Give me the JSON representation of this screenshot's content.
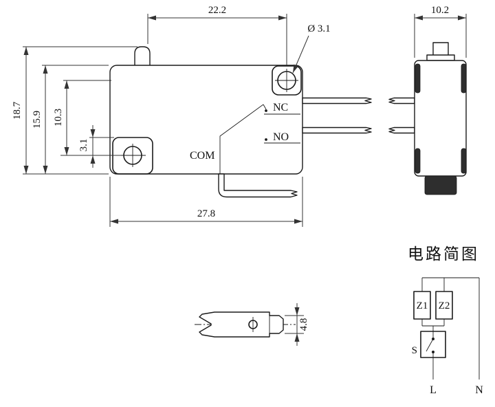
{
  "drawing": {
    "front_view": {
      "dims": {
        "top_width": "22.2",
        "hole_diameter": "Ø 3.1",
        "total_height": "18.7",
        "body_height": "15.9",
        "hole_center_offset": "10.3",
        "hole_edge_offset": "3.1",
        "bottom_width": "27.8"
      },
      "labels": {
        "nc": "NC",
        "no": "NO",
        "com": "COM"
      }
    },
    "side_view": {
      "dims": {
        "width": "10.2"
      }
    },
    "terminal_view": {
      "dims": {
        "blade_width": "4.8"
      }
    },
    "circuit": {
      "title": "电路简图",
      "components": {
        "z1": "Z1",
        "z2": "Z2",
        "s": "S",
        "l": "L",
        "n": "N"
      }
    },
    "colors": {
      "line": "#1a1a1a",
      "dim_line": "#333333",
      "background": "#ffffff",
      "dark_fill": "#2e2e2e"
    }
  }
}
